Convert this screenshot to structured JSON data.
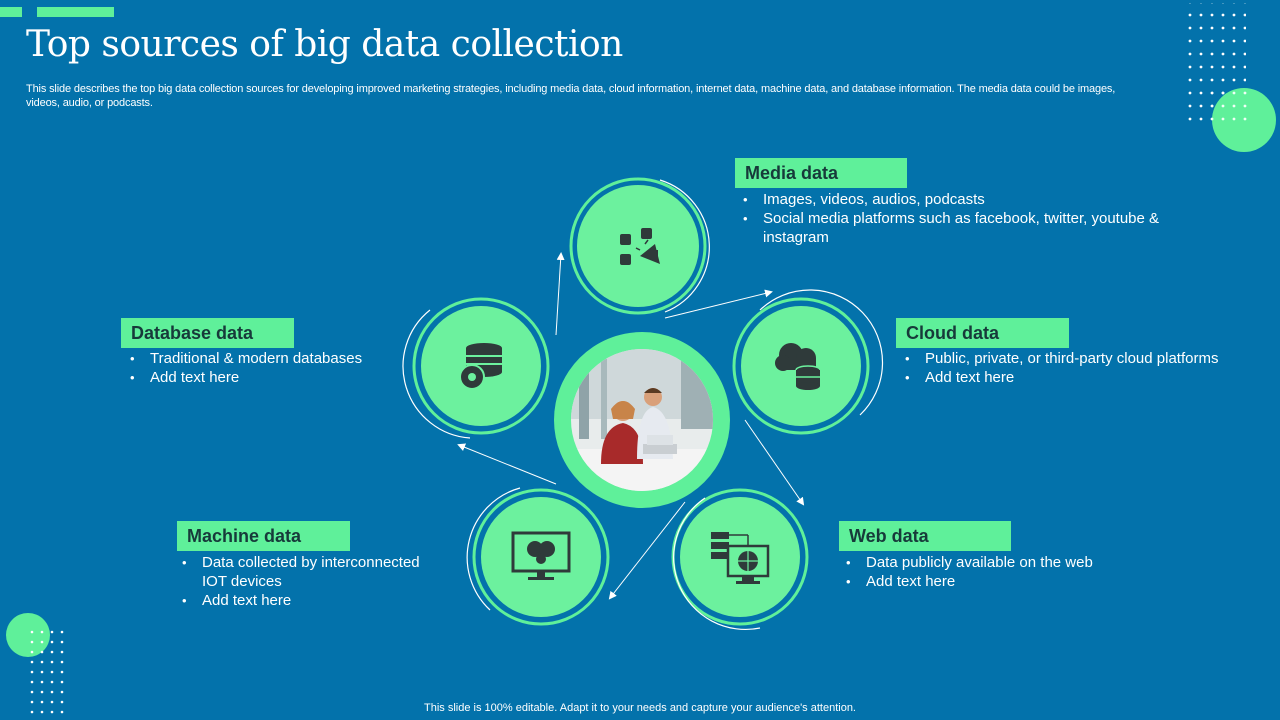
{
  "title": "Top sources of big data collection",
  "subtitle": "This slide describes the top big data collection sources for developing improved marketing strategies, including media data, cloud information, internet data, machine data, and database information. The media data could be images, videos, audio, or podcasts.",
  "footer": "This slide is 100% editable. Adapt it to your needs and capture your audience's attention.",
  "colors": {
    "background": "#0372ab",
    "accent": "#5ff09a",
    "label_text": "#173a3a",
    "icon": "#2f3a3a"
  },
  "sections": {
    "media": {
      "heading": "Media data",
      "icon": "social-media-megaphone-icon",
      "bullets": [
        "Images, videos,  audios, podcasts",
        "Social media platforms such as facebook, twitter, youtube & instagram"
      ]
    },
    "cloud": {
      "heading": "Cloud data",
      "icon": "cloud-database-icon",
      "bullets": [
        "Public, private, or third-party cloud platforms",
        "Add text here"
      ]
    },
    "web": {
      "heading": "Web data",
      "icon": "web-server-icon",
      "bullets": [
        "Data publicly available on the web",
        "Add text here"
      ]
    },
    "machine": {
      "heading": "Machine data",
      "icon": "monitor-brain-gear-icon",
      "bullets": [
        "Data collected by interconnected IOT devices",
        "Add text here"
      ]
    },
    "database": {
      "heading": "Database data",
      "icon": "database-gear-icon",
      "bullets": [
        "Traditional & modern databases",
        "Add text here"
      ]
    }
  }
}
